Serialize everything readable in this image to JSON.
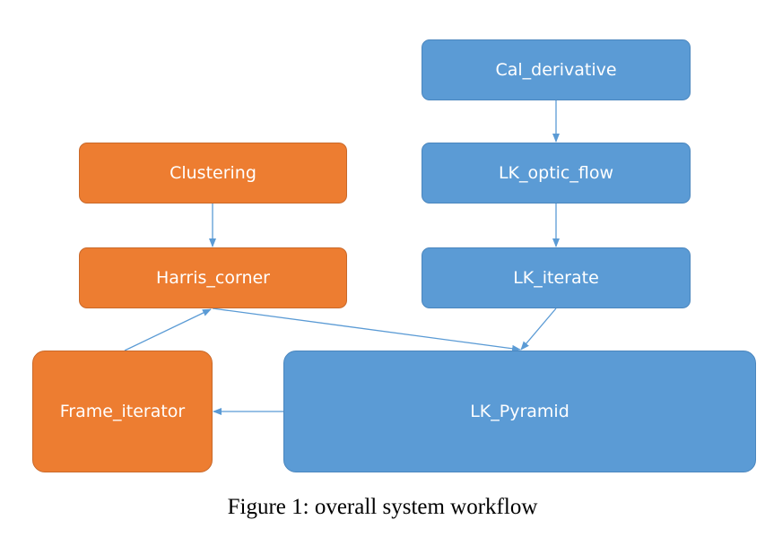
{
  "diagram": {
    "nodes": {
      "cal_derivative": "Cal_derivative",
      "lk_optic_flow": "LK_optic_flow",
      "lk_iterate": "LK_iterate",
      "clustering": "Clustering",
      "harris_corner": "Harris_corner",
      "frame_iterator": "Frame_iterator",
      "lk_pyramid": "LK_Pyramid"
    },
    "edges": [
      {
        "from": "cal_derivative",
        "to": "lk_optic_flow"
      },
      {
        "from": "lk_optic_flow",
        "to": "lk_iterate"
      },
      {
        "from": "lk_iterate",
        "to": "lk_pyramid"
      },
      {
        "from": "clustering",
        "to": "harris_corner"
      },
      {
        "from": "harris_corner",
        "to": "lk_pyramid"
      },
      {
        "from": "frame_iterator",
        "to": "harris_corner"
      },
      {
        "from": "lk_pyramid",
        "to": "frame_iterator"
      }
    ],
    "colors": {
      "orange_fill": "#ED7D31",
      "blue_fill": "#5B9BD5",
      "arrow": "#5B9BD5"
    }
  },
  "caption": "Figure 1: overall system workflow"
}
